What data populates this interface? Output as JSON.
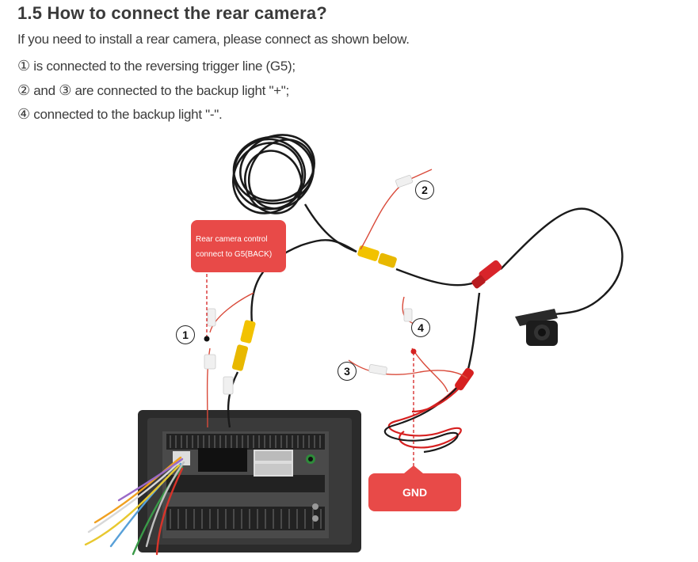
{
  "heading": "1.5 How to connect the rear camera?",
  "intro": "If you need to install a rear camera, please connect as shown below.",
  "steps": [
    {
      "marker": "①",
      "text": "is connected to the reversing trigger line (G5);"
    },
    {
      "marker": "②",
      "mid": "and",
      "marker2": "③",
      "text": "are connected to the backup light \"+\";"
    },
    {
      "marker": "④",
      "text": "connected to the backup light \"-\"."
    }
  ],
  "callout": {
    "line1": "Rear camera control",
    "line2": "connect to G5(BACK)"
  },
  "gnd_label": "GND",
  "wire_numbers": {
    "n1": "1",
    "n2": "2",
    "n3": "3",
    "n4": "4"
  },
  "colors": {
    "callout_red": "#e84a48",
    "cable_black": "#1a1a1a",
    "connector_yellow": "#f2c200",
    "connector_red": "#d8242a",
    "wire_red": "#d62020"
  }
}
